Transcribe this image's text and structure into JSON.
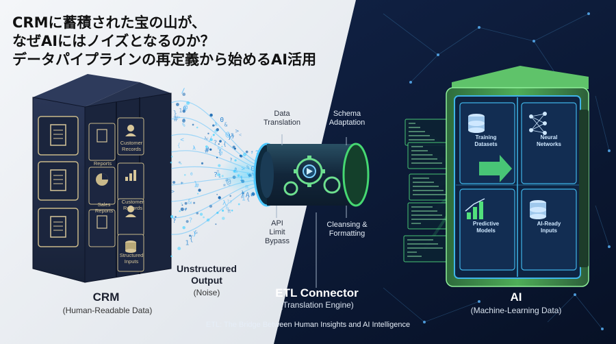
{
  "title": {
    "line1": "CRMに蓄積された宝の山が、",
    "line2": "なぜAIにはノイズとなるのか？",
    "line3": "データパイプラインの再定義から始めるAI活用"
  },
  "crm": {
    "title": "CRM",
    "subtitle": "(Human-Readable Data)",
    "tiles": [
      "Customer Records",
      "Reports",
      "Sales Reports",
      "Customer Records",
      "Structured Inputs"
    ]
  },
  "noise": {
    "label_line1": "Unstructured",
    "label_line2": "Output",
    "sublabel": "(Noise)"
  },
  "etl": {
    "title": "ETL Connector",
    "subtitle": "(Translation Engine)",
    "labels": {
      "data_translation": [
        "Data",
        "Translation"
      ],
      "schema_adaptation": [
        "Schema",
        "Adaptation"
      ],
      "api_limit_bypass": [
        "API",
        "Limit",
        "Bypass"
      ],
      "cleansing_formatting": [
        "Cleansing &",
        "Formatting"
      ]
    }
  },
  "ai": {
    "title": "AI",
    "subtitle": "(Machine-Learning Data)",
    "tiles": [
      "Training Datasets",
      "Neural Networks",
      "Predictive Models",
      "AI-Ready Inputs"
    ]
  },
  "footer": "ETL: The Bridge Between Human Insights and AI Intelligence",
  "colors": {
    "left_bg": "#eef1f5",
    "right_bg": "#0b1a38",
    "crm_server": "#1f2a44",
    "crm_accent": "#d8c79a",
    "noise_blue": "#3fb8ff",
    "etl_green": "#3ecf6a",
    "ai_green": "#59c46a"
  }
}
